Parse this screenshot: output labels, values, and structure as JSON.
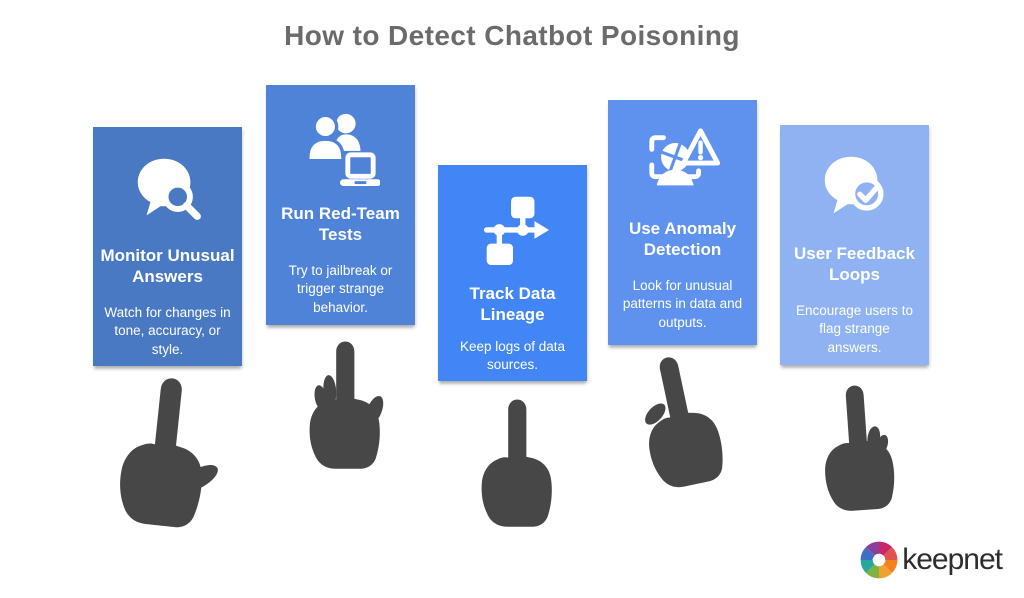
{
  "title": "How to Detect Chatbot Poisoning",
  "title_color": "#6b6b6b",
  "cards": [
    {
      "icon": "chat-search-icon",
      "title": "Monitor Unusual Answers",
      "body": "Watch for changes in tone, accuracy, or style.",
      "color": "#4a79c4"
    },
    {
      "icon": "red-team-laptop-icon",
      "title": "Run Red-Team Tests",
      "body": "Try to jailbreak or trigger strange behavior.",
      "color": "#4f83d8"
    },
    {
      "icon": "data-lineage-icon",
      "title": "Track Data Lineage",
      "body": "Keep logs of data sources.",
      "color": "#4285f4"
    },
    {
      "icon": "anomaly-detection-icon",
      "title": "Use Anomaly Detection",
      "body": "Look for unusual patterns in data and outputs.",
      "color": "#5e92ee"
    },
    {
      "icon": "feedback-check-icon",
      "title": "User Feedback Loops",
      "body": "Encourage users to flag strange answers.",
      "color": "#8fb2f2"
    }
  ],
  "hands": {
    "color": "#474747",
    "count": 5
  },
  "logo": {
    "text": "keepnet",
    "text_color": "#2d2d2d",
    "blade_colors": [
      "#c9256d",
      "#e0534f",
      "#f58220",
      "#f0a12e",
      "#7db343",
      "#29a79e",
      "#3e6fc4",
      "#8a3f9b"
    ]
  }
}
